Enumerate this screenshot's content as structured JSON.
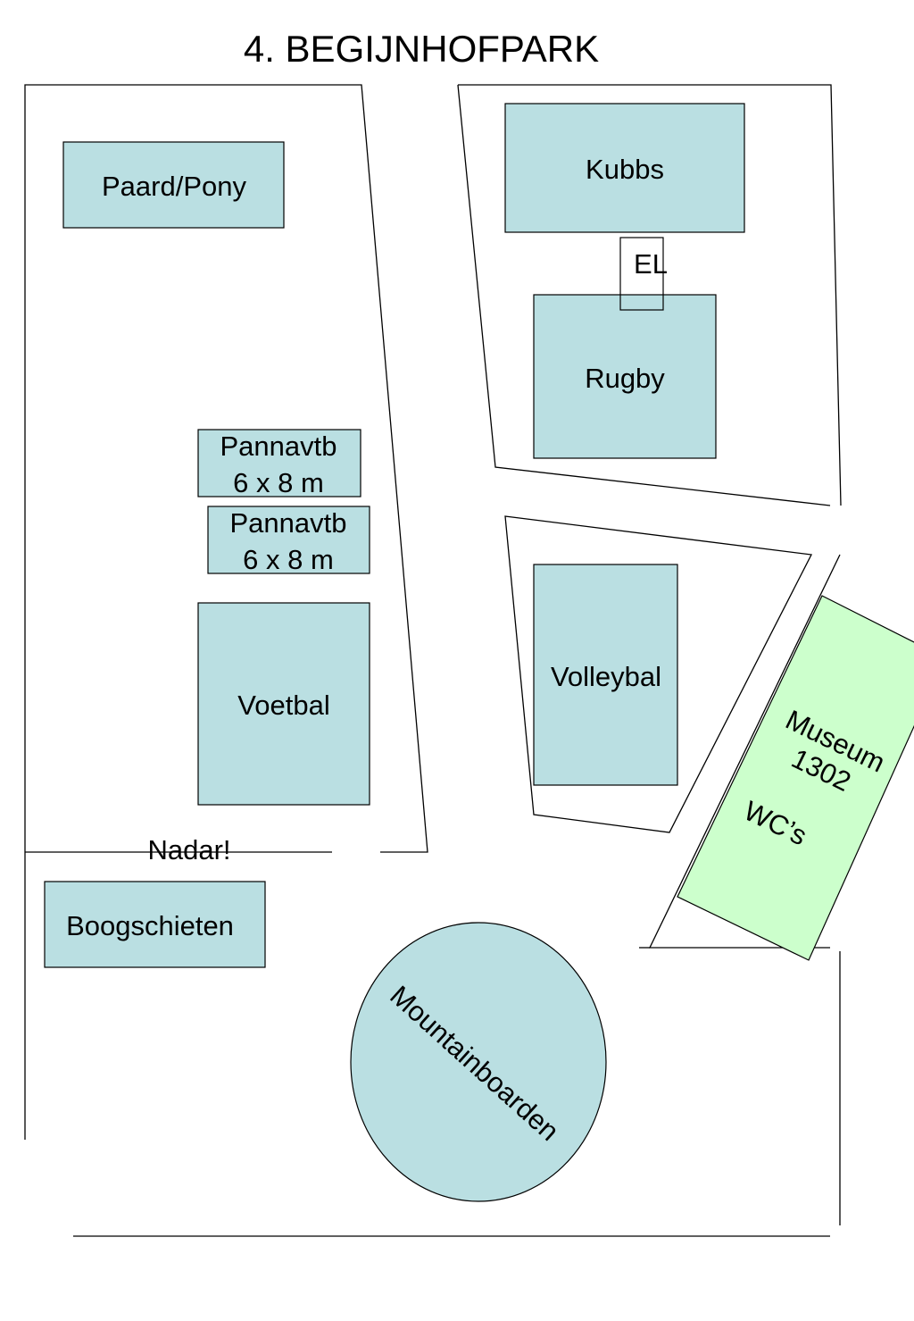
{
  "title": "4. BEGIJNHOFPARK",
  "colors": {
    "zone_fill": "#badfe2",
    "museum_fill": "#ccffcc",
    "stroke": "#000000",
    "background": "#ffffff"
  },
  "zones": {
    "paard_pony": "Paard/Pony",
    "kubbs": "Kubbs",
    "el": "EL",
    "rugby": "Rugby",
    "pannavtb_1": {
      "line1": "Pannavtb",
      "line2": "6 x 8 m"
    },
    "pannavtb_2": {
      "line1": "Pannavtb",
      "line2": "6 x 8 m"
    },
    "voetbal": "Voetbal",
    "volleybal": "Volleybal",
    "museum": {
      "line1": "Museum",
      "line2": "1302",
      "line3": "WC’s"
    },
    "boogschieten": "Boogschieten",
    "mountainboarden": "Mountainboarden"
  },
  "annotations": {
    "nadar": "Nadar!"
  }
}
